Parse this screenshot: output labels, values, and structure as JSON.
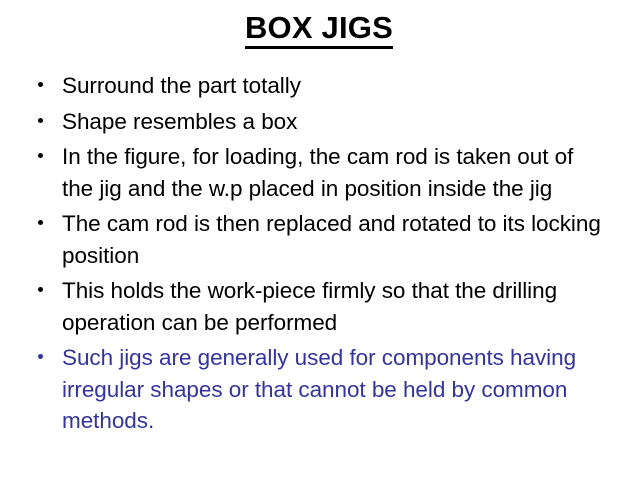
{
  "slide": {
    "title": "BOX JIGS",
    "title_color": "#000000",
    "background_color": "#ffffff",
    "body_color": "#000000",
    "accent_color": "#34349B",
    "bullets": [
      {
        "text": "Surround the part totally",
        "color": "#000000",
        "accent": false
      },
      {
        "text": "Shape resembles a box",
        "color": "#000000",
        "accent": false
      },
      {
        "text": "In the figure, for loading, the cam rod is taken out of the jig and the w.p placed in position inside the jig",
        "color": "#000000",
        "accent": false
      },
      {
        "text": "The cam rod is then replaced and rotated to its locking position",
        "color": "#000000",
        "accent": false
      },
      {
        "text": "This holds the work-piece firmly so that the drilling operation can be performed",
        "color": "#000000",
        "accent": false
      },
      {
        "text": "Such jigs are generally used for components having irregular shapes or that cannot be held by common  methods.",
        "color": "#34349B",
        "accent": true
      }
    ]
  }
}
